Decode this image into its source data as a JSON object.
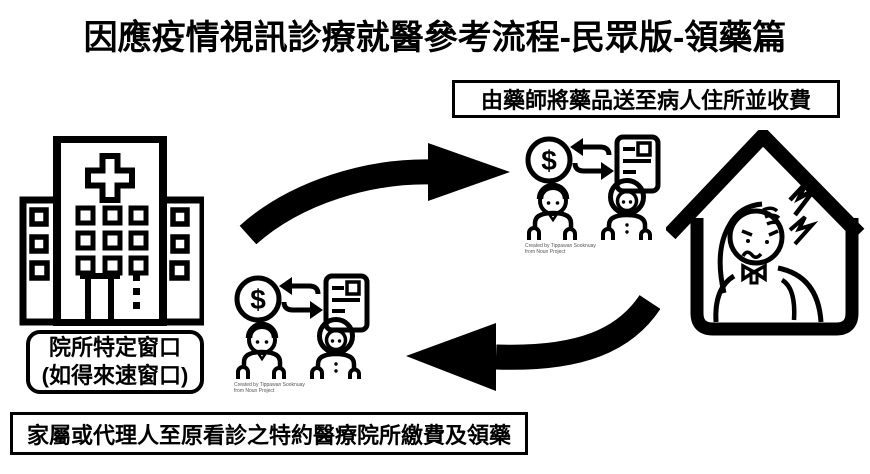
{
  "canvas": {
    "background_color": "#ffffff",
    "ink_color": "#000000"
  },
  "title": "因應疫情視訊診療就醫參考流程-民眾版-領藥篇",
  "flow": {
    "pharmacist_delivery_label": "由藥師將藥品送至病人住所並收費",
    "hospital_window_label_line1": "院所特定窗口",
    "hospital_window_label_line2": "(如得來速窗口)",
    "family_pickup_label": "家屬或代理人至原看診之特約醫療院所繳費及領藥"
  },
  "icons": {
    "hospital": "hospital-building-icon",
    "payment_exchange": "money-receipt-exchange-with-pharmacist-and-payer-icon",
    "house_sick_person": "house-with-sick-person-icon",
    "arrow_top": "curved-arrow-pointing-right",
    "arrow_bottom": "curved-arrow-pointing-left",
    "dollar_sign": "$"
  },
  "attribution": {
    "line1": "Created by Tippawan Sooknuay",
    "line2": "from Noun Project"
  }
}
